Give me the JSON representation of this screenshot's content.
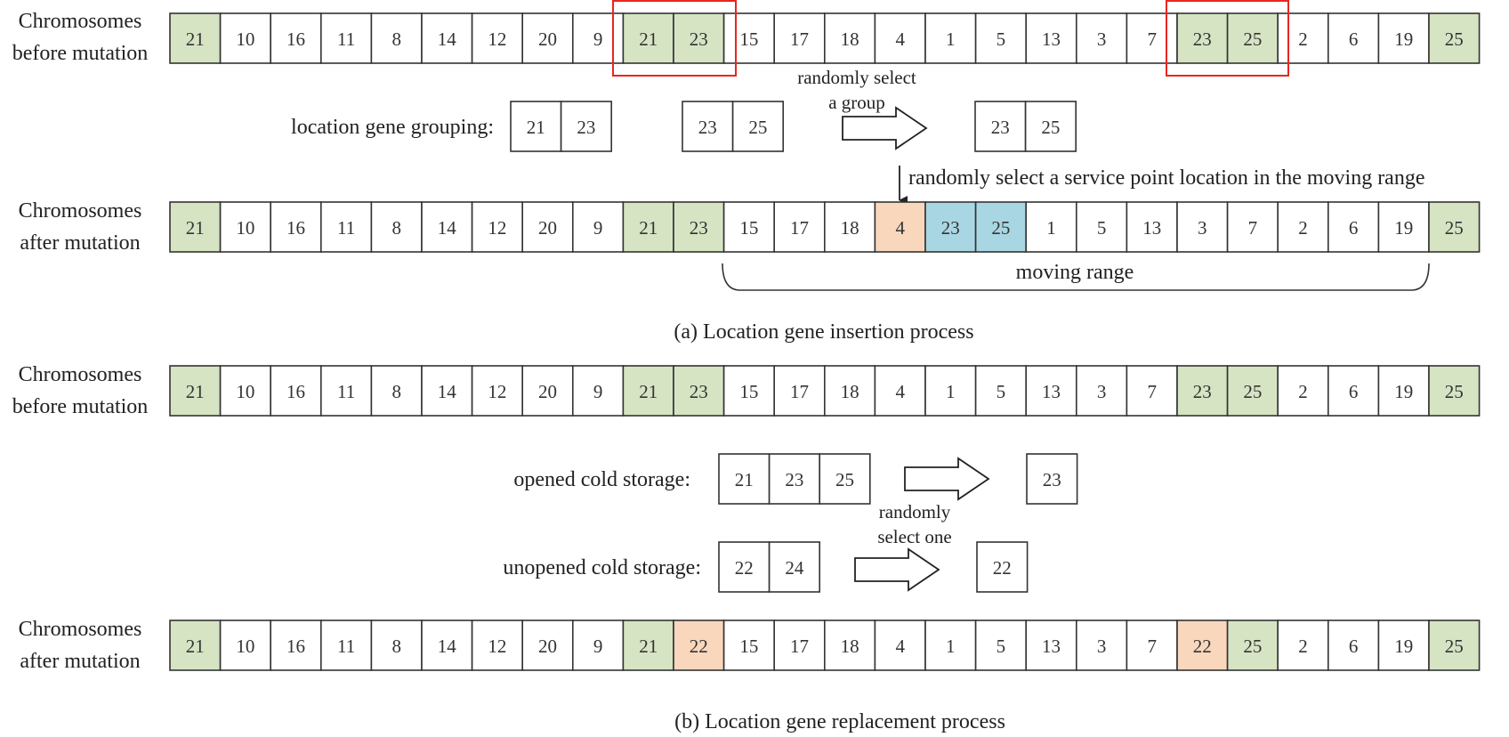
{
  "colors": {
    "location_gene": "#d6e4c4",
    "replaced_gene": "#f9d7bc",
    "inserted_gene": "#a9d6e3",
    "normal_gene": "#ffffff",
    "border": "#333333",
    "highlight_box": "#e8261f"
  },
  "panel_a": {
    "before_label": [
      "Chromosomes",
      "before mutation"
    ],
    "before_genes": [
      {
        "v": "21",
        "c": "location_gene"
      },
      {
        "v": "10",
        "c": "normal_gene"
      },
      {
        "v": "16",
        "c": "normal_gene"
      },
      {
        "v": "11",
        "c": "normal_gene"
      },
      {
        "v": "8",
        "c": "normal_gene"
      },
      {
        "v": "14",
        "c": "normal_gene"
      },
      {
        "v": "12",
        "c": "normal_gene"
      },
      {
        "v": "20",
        "c": "normal_gene"
      },
      {
        "v": "9",
        "c": "normal_gene"
      },
      {
        "v": "21",
        "c": "location_gene"
      },
      {
        "v": "23",
        "c": "location_gene"
      },
      {
        "v": "15",
        "c": "normal_gene"
      },
      {
        "v": "17",
        "c": "normal_gene"
      },
      {
        "v": "18",
        "c": "normal_gene"
      },
      {
        "v": "4",
        "c": "normal_gene"
      },
      {
        "v": "1",
        "c": "normal_gene"
      },
      {
        "v": "5",
        "c": "normal_gene"
      },
      {
        "v": "13",
        "c": "normal_gene"
      },
      {
        "v": "3",
        "c": "normal_gene"
      },
      {
        "v": "7",
        "c": "normal_gene"
      },
      {
        "v": "23",
        "c": "location_gene"
      },
      {
        "v": "25",
        "c": "location_gene"
      },
      {
        "v": "2",
        "c": "normal_gene"
      },
      {
        "v": "6",
        "c": "normal_gene"
      },
      {
        "v": "19",
        "c": "normal_gene"
      },
      {
        "v": "25",
        "c": "location_gene"
      }
    ],
    "grouping_label": "location gene grouping:",
    "group_1": [
      "21",
      "23"
    ],
    "group_2": [
      "23",
      "25"
    ],
    "select_note": [
      "randomly select",
      "a group"
    ],
    "selected_group": [
      "23",
      "25"
    ],
    "insert_note": "randomly select a service point location in the moving range",
    "after_label": [
      "Chromosomes",
      "after mutation"
    ],
    "after_genes": [
      {
        "v": "21",
        "c": "location_gene"
      },
      {
        "v": "10",
        "c": "normal_gene"
      },
      {
        "v": "16",
        "c": "normal_gene"
      },
      {
        "v": "11",
        "c": "normal_gene"
      },
      {
        "v": "8",
        "c": "normal_gene"
      },
      {
        "v": "14",
        "c": "normal_gene"
      },
      {
        "v": "12",
        "c": "normal_gene"
      },
      {
        "v": "20",
        "c": "normal_gene"
      },
      {
        "v": "9",
        "c": "normal_gene"
      },
      {
        "v": "21",
        "c": "location_gene"
      },
      {
        "v": "23",
        "c": "location_gene"
      },
      {
        "v": "15",
        "c": "normal_gene"
      },
      {
        "v": "17",
        "c": "normal_gene"
      },
      {
        "v": "18",
        "c": "normal_gene"
      },
      {
        "v": "4",
        "c": "replaced_gene"
      },
      {
        "v": "23",
        "c": "inserted_gene"
      },
      {
        "v": "25",
        "c": "inserted_gene"
      },
      {
        "v": "1",
        "c": "normal_gene"
      },
      {
        "v": "5",
        "c": "normal_gene"
      },
      {
        "v": "13",
        "c": "normal_gene"
      },
      {
        "v": "3",
        "c": "normal_gene"
      },
      {
        "v": "7",
        "c": "normal_gene"
      },
      {
        "v": "2",
        "c": "normal_gene"
      },
      {
        "v": "6",
        "c": "normal_gene"
      },
      {
        "v": "19",
        "c": "normal_gene"
      },
      {
        "v": "25",
        "c": "location_gene"
      }
    ],
    "moving_range_label": "moving range",
    "caption": "(a) Location gene insertion process"
  },
  "panel_b": {
    "before_label": [
      "Chromosomes",
      "before mutation"
    ],
    "before_genes": [
      {
        "v": "21",
        "c": "location_gene"
      },
      {
        "v": "10",
        "c": "normal_gene"
      },
      {
        "v": "16",
        "c": "normal_gene"
      },
      {
        "v": "11",
        "c": "normal_gene"
      },
      {
        "v": "8",
        "c": "normal_gene"
      },
      {
        "v": "14",
        "c": "normal_gene"
      },
      {
        "v": "12",
        "c": "normal_gene"
      },
      {
        "v": "20",
        "c": "normal_gene"
      },
      {
        "v": "9",
        "c": "normal_gene"
      },
      {
        "v": "21",
        "c": "location_gene"
      },
      {
        "v": "23",
        "c": "location_gene"
      },
      {
        "v": "15",
        "c": "normal_gene"
      },
      {
        "v": "17",
        "c": "normal_gene"
      },
      {
        "v": "18",
        "c": "normal_gene"
      },
      {
        "v": "4",
        "c": "normal_gene"
      },
      {
        "v": "1",
        "c": "normal_gene"
      },
      {
        "v": "5",
        "c": "normal_gene"
      },
      {
        "v": "13",
        "c": "normal_gene"
      },
      {
        "v": "3",
        "c": "normal_gene"
      },
      {
        "v": "7",
        "c": "normal_gene"
      },
      {
        "v": "23",
        "c": "location_gene"
      },
      {
        "v": "25",
        "c": "location_gene"
      },
      {
        "v": "2",
        "c": "normal_gene"
      },
      {
        "v": "6",
        "c": "normal_gene"
      },
      {
        "v": "19",
        "c": "normal_gene"
      },
      {
        "v": "25",
        "c": "location_gene"
      }
    ],
    "opened_label": "opened cold storage:",
    "opened_genes": [
      "21",
      "23",
      "25"
    ],
    "opened_selected": [
      "23"
    ],
    "select_note": [
      "randomly",
      "select one"
    ],
    "unopened_label": "unopened cold storage:",
    "unopened_genes": [
      "22",
      "24"
    ],
    "unopened_selected": [
      "22"
    ],
    "after_label": [
      "Chromosomes",
      "after mutation"
    ],
    "after_genes": [
      {
        "v": "21",
        "c": "location_gene"
      },
      {
        "v": "10",
        "c": "normal_gene"
      },
      {
        "v": "16",
        "c": "normal_gene"
      },
      {
        "v": "11",
        "c": "normal_gene"
      },
      {
        "v": "8",
        "c": "normal_gene"
      },
      {
        "v": "14",
        "c": "normal_gene"
      },
      {
        "v": "12",
        "c": "normal_gene"
      },
      {
        "v": "20",
        "c": "normal_gene"
      },
      {
        "v": "9",
        "c": "normal_gene"
      },
      {
        "v": "21",
        "c": "location_gene"
      },
      {
        "v": "22",
        "c": "replaced_gene"
      },
      {
        "v": "15",
        "c": "normal_gene"
      },
      {
        "v": "17",
        "c": "normal_gene"
      },
      {
        "v": "18",
        "c": "normal_gene"
      },
      {
        "v": "4",
        "c": "normal_gene"
      },
      {
        "v": "1",
        "c": "normal_gene"
      },
      {
        "v": "5",
        "c": "normal_gene"
      },
      {
        "v": "13",
        "c": "normal_gene"
      },
      {
        "v": "3",
        "c": "normal_gene"
      },
      {
        "v": "7",
        "c": "normal_gene"
      },
      {
        "v": "22",
        "c": "replaced_gene"
      },
      {
        "v": "25",
        "c": "location_gene"
      },
      {
        "v": "2",
        "c": "normal_gene"
      },
      {
        "v": "6",
        "c": "normal_gene"
      },
      {
        "v": "19",
        "c": "normal_gene"
      },
      {
        "v": "25",
        "c": "location_gene"
      }
    ],
    "caption": "(b) Location gene replacement process"
  }
}
